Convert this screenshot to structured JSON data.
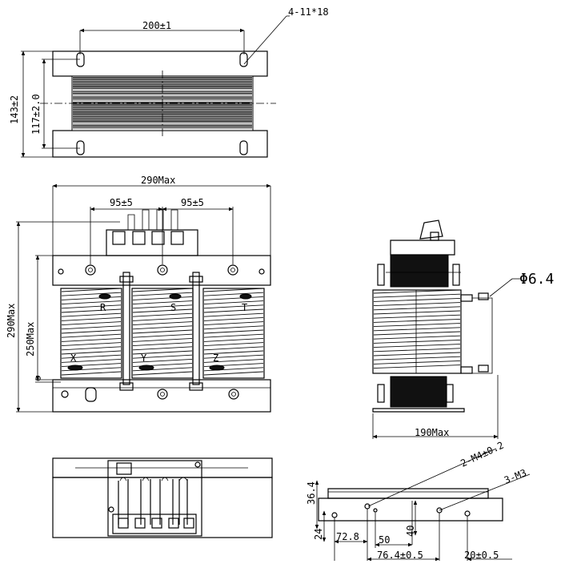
{
  "top_view": {
    "width_dim": "200±1",
    "slot_note": "4-11*18",
    "outer_height_dim": "143±2",
    "inner_height_dim": "117±2.0"
  },
  "front_view": {
    "overall_width_dim": "290Max",
    "terminal_spacing_left": "95±5",
    "terminal_spacing_right": "95±5",
    "overall_height_dim": "290Max",
    "coil_height_dim": "250Max",
    "ground_label": "⊕",
    "phase_in": [
      "R",
      "S",
      "T"
    ],
    "phase_out": [
      "X",
      "Y",
      "Z"
    ]
  },
  "side_view": {
    "hole_dim": "Φ6.4",
    "depth_dim": "190Max"
  },
  "mounting_detail": {
    "thread_note_a": "2-M4±0.2",
    "thread_note_b": "3-M3",
    "dim_36_4": "36.4",
    "dim_24": "24",
    "dim_72_8": "72.8",
    "dim_50": "50",
    "dim_40": "40",
    "dim_76_4": "76.4±0.5",
    "dim_20": "20±0.5"
  }
}
